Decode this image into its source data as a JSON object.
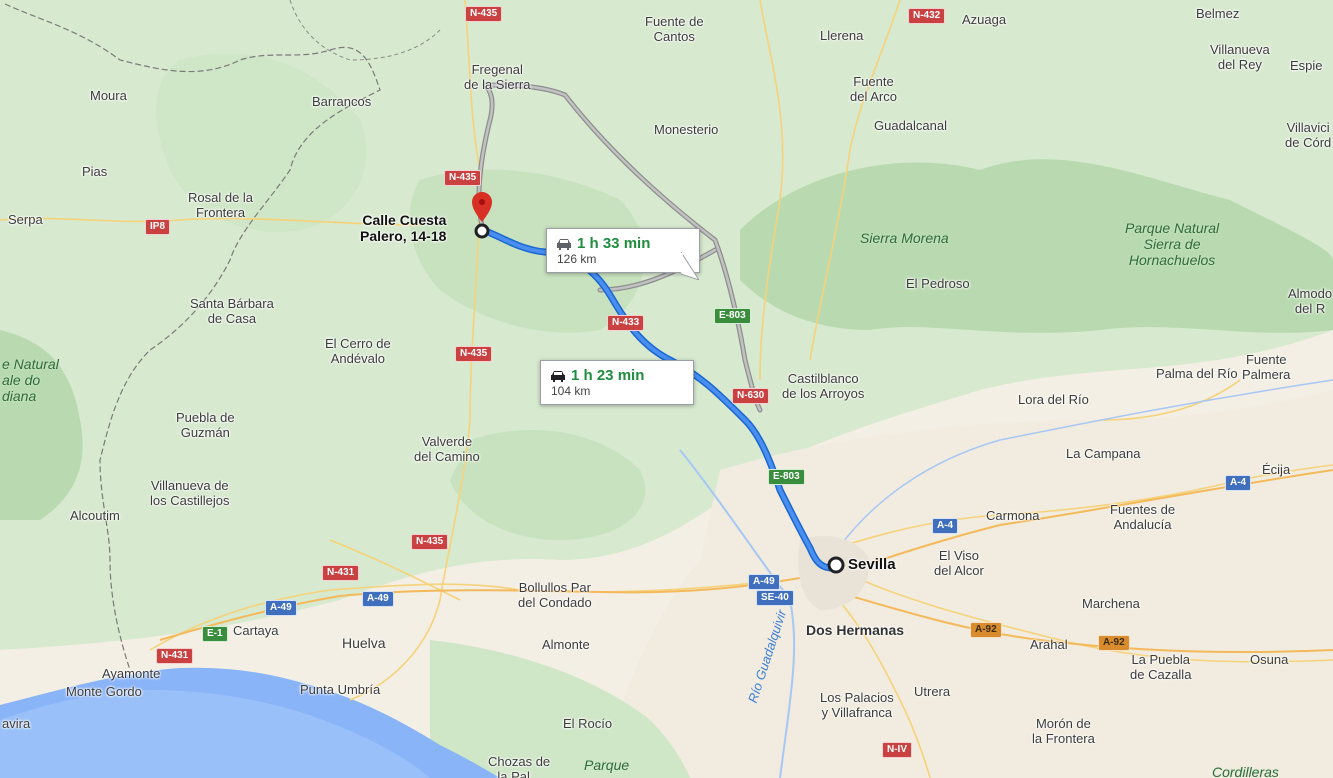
{
  "map": {
    "towns": [
      {
        "id": "fuente-de-cantos",
        "text": "Fuente de\nCantos"
      },
      {
        "id": "llerena",
        "text": "Llerena"
      },
      {
        "id": "azuaga",
        "text": "Azuaga"
      },
      {
        "id": "belmez",
        "text": "Belmez"
      },
      {
        "id": "villanueva-del-rey",
        "text": "Villanueva\ndel Rey"
      },
      {
        "id": "espiel",
        "text": "Espie"
      },
      {
        "id": "fregenal",
        "text": "Fregenal\nde la Sierra"
      },
      {
        "id": "moura",
        "text": "Moura"
      },
      {
        "id": "barrancos",
        "text": "Barrancos"
      },
      {
        "id": "fuente-del-arco",
        "text": "Fuente\ndel Arco"
      },
      {
        "id": "monesterio",
        "text": "Monesterio"
      },
      {
        "id": "guadalcanal",
        "text": "Guadalcanal"
      },
      {
        "id": "villaviciosa",
        "text": "Villavici\nde Córd"
      },
      {
        "id": "pias",
        "text": "Pias"
      },
      {
        "id": "rosal",
        "text": "Rosal de la\nFrontera"
      },
      {
        "id": "serpa",
        "text": "Serpa"
      },
      {
        "id": "el-pedroso",
        "text": "El Pedroso"
      },
      {
        "id": "almodovar",
        "text": "Almodo\ndel R"
      },
      {
        "id": "santa-barbara",
        "text": "Santa Bárbara\nde Casa"
      },
      {
        "id": "el-cerro",
        "text": "El Cerro de\nAndévalo"
      },
      {
        "id": "castilblanco",
        "text": "Castilblanco\nde los Arroyos"
      },
      {
        "id": "palma-del-rio",
        "text": "Palma del Río"
      },
      {
        "id": "fuente-palmera",
        "text": "Fuente\nPalmera"
      },
      {
        "id": "lora-del-rio",
        "text": "Lora del Río"
      },
      {
        "id": "puebla-de-guzman",
        "text": "Puebla de\nGuzmán"
      },
      {
        "id": "valverde",
        "text": "Valverde\ndel Camino"
      },
      {
        "id": "la-campana",
        "text": "La Campana"
      },
      {
        "id": "ecija",
        "text": "Écija"
      },
      {
        "id": "villanueva-castillejos",
        "text": "Villanueva de\nlos Castillejos"
      },
      {
        "id": "alcoutim",
        "text": "Alcoutim"
      },
      {
        "id": "carmona",
        "text": "Carmona"
      },
      {
        "id": "fuentes-de-andalucia",
        "text": "Fuentes de\nAndalucía"
      },
      {
        "id": "el-viso",
        "text": "El Viso\ndel Alcor"
      },
      {
        "id": "bollullos",
        "text": "Bollullos Par\ndel Condado"
      },
      {
        "id": "marchena",
        "text": "Marchena"
      },
      {
        "id": "cartaya",
        "text": "Cartaya"
      },
      {
        "id": "huelva",
        "text": "Huelva"
      },
      {
        "id": "almonte",
        "text": "Almonte"
      },
      {
        "id": "arahal",
        "text": "Arahal"
      },
      {
        "id": "la-puebla-de-cazalla",
        "text": "La Puebla\nde Cazalla"
      },
      {
        "id": "osuna",
        "text": "Osuna"
      },
      {
        "id": "ayamonte",
        "text": "Ayamonte"
      },
      {
        "id": "monte-gordo",
        "text": "Monte Gordo"
      },
      {
        "id": "punta-umbria",
        "text": "Punta Umbría"
      },
      {
        "id": "los-palacios",
        "text": "Los Palacios\ny Villafranca"
      },
      {
        "id": "utrera",
        "text": "Utrera"
      },
      {
        "id": "el-rocio",
        "text": "El Rocío"
      },
      {
        "id": "moron",
        "text": "Morón de\nla Frontera"
      },
      {
        "id": "tavira",
        "text": "avira"
      },
      {
        "id": "chozas",
        "text": "Chozas de\nla Pal..."
      }
    ],
    "major_places": [
      {
        "id": "sevilla",
        "text": "Sevilla"
      },
      {
        "id": "dos-hermanas",
        "text": "Dos Hermanas"
      },
      {
        "id": "destination",
        "text": "Calle Cuesta\nPalero, 14-18"
      }
    ],
    "parks": [
      {
        "id": "sierra-morena",
        "text": "Sierra Morena"
      },
      {
        "id": "parque-hornachuelos",
        "text": "Parque Natural\nSierra de\nHornachuelos"
      },
      {
        "id": "parque-vale",
        "text": "e Natural\nale do\ndiana"
      },
      {
        "id": "parque-donana",
        "text": "Parque"
      },
      {
        "id": "cordilleras",
        "text": "Cordilleras"
      }
    ],
    "rivers": [
      {
        "id": "guadalquivir",
        "text": "Río Guadalquivir"
      }
    ],
    "road_shields": [
      {
        "id": "n435-top",
        "text": "N-435",
        "kind": "red"
      },
      {
        "id": "n432",
        "text": "N-432",
        "kind": "red"
      },
      {
        "id": "n435-a",
        "text": "N-435",
        "kind": "red"
      },
      {
        "id": "ip8",
        "text": "IP8",
        "kind": "red"
      },
      {
        "id": "n433",
        "text": "N-433",
        "kind": "red"
      },
      {
        "id": "e803-a",
        "text": "E-803",
        "kind": "green"
      },
      {
        "id": "n435-b",
        "text": "N-435",
        "kind": "red"
      },
      {
        "id": "n630",
        "text": "N-630",
        "kind": "red"
      },
      {
        "id": "e803-b",
        "text": "E-803",
        "kind": "green"
      },
      {
        "id": "a4-a",
        "text": "A-4",
        "kind": "blue"
      },
      {
        "id": "a4-b",
        "text": "A-4",
        "kind": "blue"
      },
      {
        "id": "n435-c",
        "text": "N-435",
        "kind": "red"
      },
      {
        "id": "n431-a",
        "text": "N-431",
        "kind": "red"
      },
      {
        "id": "a49-a",
        "text": "A-49",
        "kind": "blue"
      },
      {
        "id": "a49-b",
        "text": "A-49",
        "kind": "blue"
      },
      {
        "id": "a49-c",
        "text": "A-49",
        "kind": "blue"
      },
      {
        "id": "se40",
        "text": "SE-40",
        "kind": "blue"
      },
      {
        "id": "e1",
        "text": "E-1",
        "kind": "green"
      },
      {
        "id": "n431-b",
        "text": "N-431",
        "kind": "red"
      },
      {
        "id": "a92-a",
        "text": "A-92",
        "kind": "orange"
      },
      {
        "id": "a92-b",
        "text": "A-92",
        "kind": "orange"
      },
      {
        "id": "niv",
        "text": "N-IV",
        "kind": "red"
      }
    ],
    "routes": [
      {
        "id": "route-primary",
        "time": "1 h 23 min",
        "distance": "104 km",
        "selected": true
      },
      {
        "id": "route-alt",
        "time": "1 h 33 min",
        "distance": "126 km",
        "selected": false
      }
    ],
    "colors": {
      "land": "#f3efe4",
      "forest": "#cfe6c9",
      "forest_dark": "#b8dbb0",
      "water": "#8ab4f8",
      "route_selected": "#4285f4",
      "route_alt": "#aaaaaa",
      "pin": "#d93025"
    }
  }
}
